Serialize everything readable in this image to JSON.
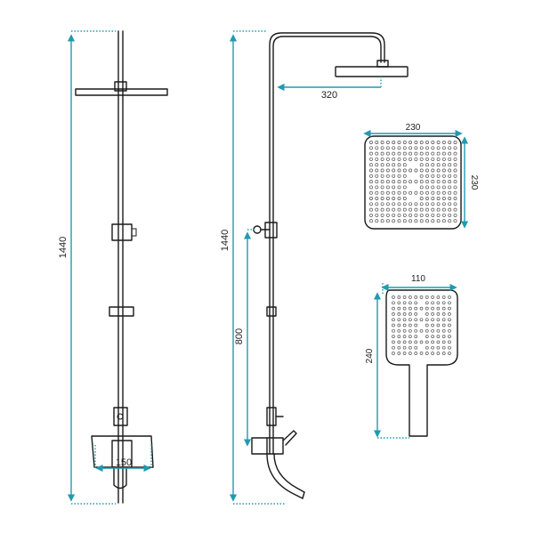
{
  "diagram": {
    "dimensions": {
      "left_height": "1440",
      "center_height": "1440",
      "arm_length": "320",
      "mixer_height": "800",
      "base_width": "150",
      "head_width": "230",
      "head_depth": "230",
      "hand_width": "110",
      "hand_length": "240"
    }
  },
  "colors": {
    "dimension": "#1f9bb0",
    "outline": "#1a1a1a"
  }
}
